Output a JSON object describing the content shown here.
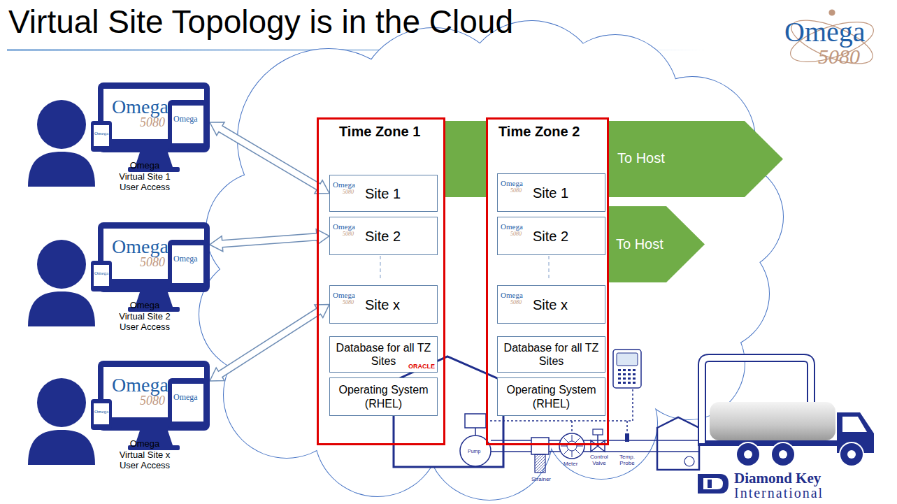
{
  "diagram": {
    "title": "Virtual Site Topology is in the Cloud",
    "nodes": [
      {
        "text": [
          "Omega Virtual Site 1 User Access"
        ]
      },
      {
        "text": [
          "Omega Virtual Site 2 User Access"
        ]
      },
      {
        "text": [
          "Omega Virtual Site x User Access"
        ]
      },
      {
        "text": [
          "Time Zone 1"
        ]
      },
      {
        "text": [
          "Site 1"
        ],
        "in": 3
      },
      {
        "text": [
          "Site 2"
        ],
        "in": 3
      },
      {
        "text": [
          "Site x"
        ],
        "in": 3
      },
      {
        "text": [
          "Database for all TZ Sites"
        ],
        "in": 3
      },
      {
        "text": [
          "Operating System (RHEL)"
        ],
        "in": 3
      },
      {
        "text": [
          "Time Zone 2"
        ]
      },
      {
        "text": [
          "Site 1"
        ],
        "in": 9
      },
      {
        "text": [
          "Site 2"
        ],
        "in": 9
      },
      {
        "text": [
          "Site x"
        ],
        "in": 9
      },
      {
        "text": [
          "Database for all TZ Sites"
        ],
        "in": 9
      },
      {
        "text": [
          "Operating System (RHEL)"
        ],
        "in": 9
      },
      {
        "text": [
          "To Host"
        ]
      },
      {
        "text": [
          "To Host"
        ]
      }
    ],
    "edges": [
      {
        "from": 0,
        "to": 4,
        "arrow": "both"
      },
      {
        "from": 1,
        "to": 5,
        "arrow": "both"
      },
      {
        "from": 2,
        "to": 6,
        "arrow": "both"
      }
    ],
    "labels": [
      "Omega",
      "5080",
      "Omega",
      "5080",
      "Omega",
      "Omega",
      "Omega",
      "5080",
      "Omega",
      "Omega",
      "Omega",
      "5080",
      "Omega",
      "Omega",
      "Omega",
      "5080",
      "Omega",
      "5080",
      "Omega",
      "5080",
      "Omega",
      "5080",
      "Omega",
      "5080",
      "Omega",
      "5080",
      "ORACLE",
      "Pump",
      "Strainer",
      "Meter",
      "Control Valve",
      "Temp. Probe",
      "Diamond Key",
      "International"
    ]
  }
}
